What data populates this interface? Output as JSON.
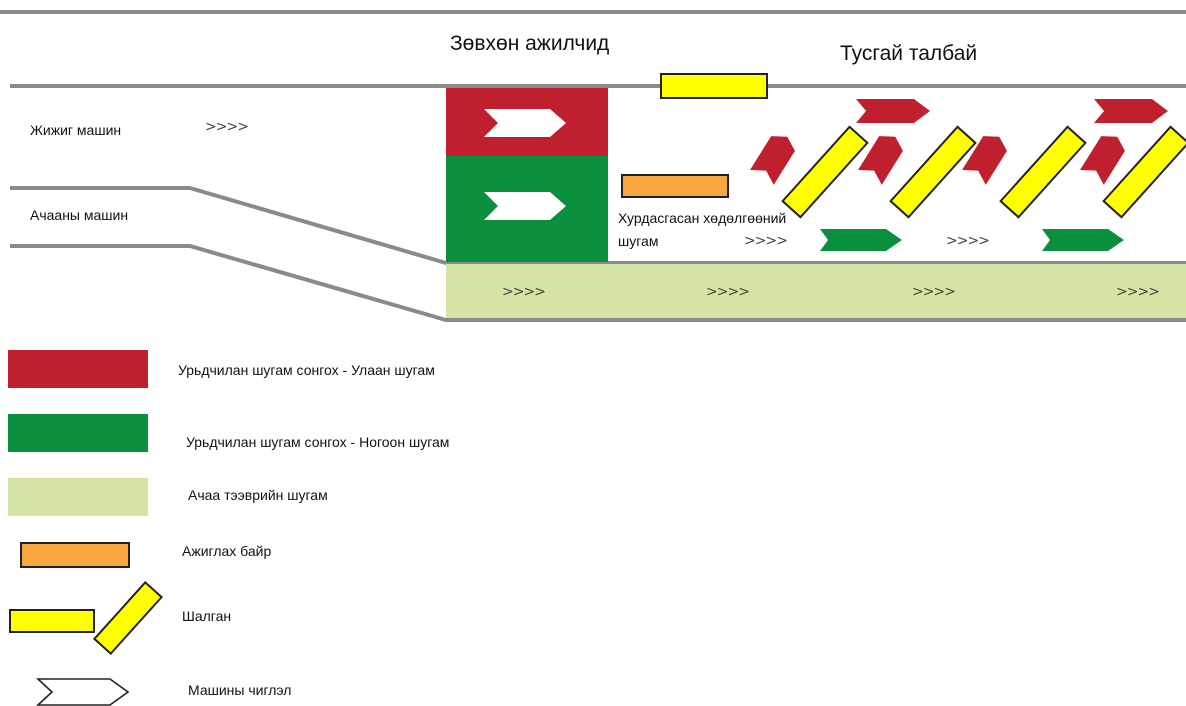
{
  "zones": {
    "staff_only": "Зөвхөн ажилчид",
    "special_area": "Тусгай талбай"
  },
  "lanes": {
    "light_vehicle": "Жижиг машин",
    "heavy_vehicle": "Ачааны машин",
    "fast_lane_line1": "Хурдасгасан хөдөлгөөний",
    "fast_lane_line2": "шугам",
    "direction_marker": ">>>>"
  },
  "legend": {
    "red_lane": "Урьдчилан шугам сонгох - Улаан шугам",
    "green_lane": "Урьдчилан шугам сонгох - Ногоон шугам",
    "cargo_lane": "Ачаа тээврийн шугам",
    "observation": "Ажиглах байр",
    "inspection": "Шалган",
    "direction": "Машины чиглэл"
  },
  "colors": {
    "red": "#c0202e",
    "green": "#0a8f3f",
    "cargo": "#d4e4a4",
    "orange": "#f7a73e",
    "yellow": "#ffff00",
    "road_line": "#8a8a8a"
  }
}
